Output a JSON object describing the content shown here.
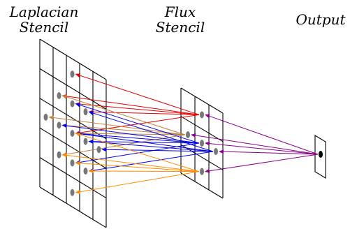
{
  "titles": {
    "laplacian": [
      "Laplacian",
      "Stencil"
    ],
    "flux": [
      "Flux",
      "Stencil"
    ],
    "output": [
      "Output"
    ]
  },
  "colors": {
    "grid": "#000000",
    "node": "#777777",
    "output_node": "#000000",
    "red": "#e00000",
    "orange": "#ff8c00",
    "brown": "#c08040",
    "blue": "#0000e6",
    "purple": "#8a008a"
  }
}
